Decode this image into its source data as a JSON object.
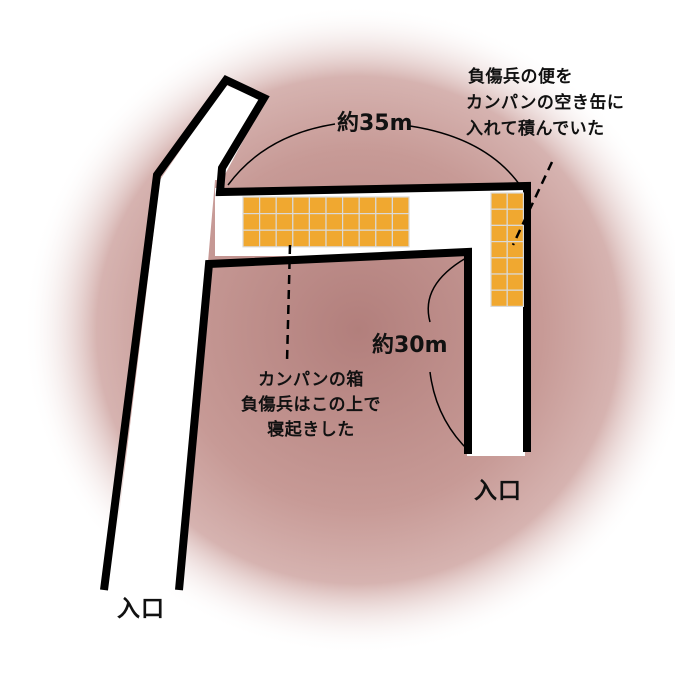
{
  "diagram": {
    "colors": {
      "background": "#ffffff",
      "halo_inner": "#b27f7c",
      "halo_mid": "#d6b3b0",
      "halo_outer": "#ffffff",
      "wall": "#000000",
      "floor": "#ffffff",
      "box_fill": "#f0a830",
      "box_grid": "#d9d9d9"
    },
    "labels": {
      "length_top": "約35m",
      "length_right": "約30m",
      "entrance_left": "入口",
      "entrance_right": "入口"
    },
    "notes": {
      "waste_cans": [
        "負傷兵の便を",
        "カンパンの空き缶に",
        "入れて積んでいた"
      ],
      "biscuit_boxes": [
        "カンパンの箱",
        "負傷兵はこの上で",
        "寝起きした"
      ]
    }
  }
}
